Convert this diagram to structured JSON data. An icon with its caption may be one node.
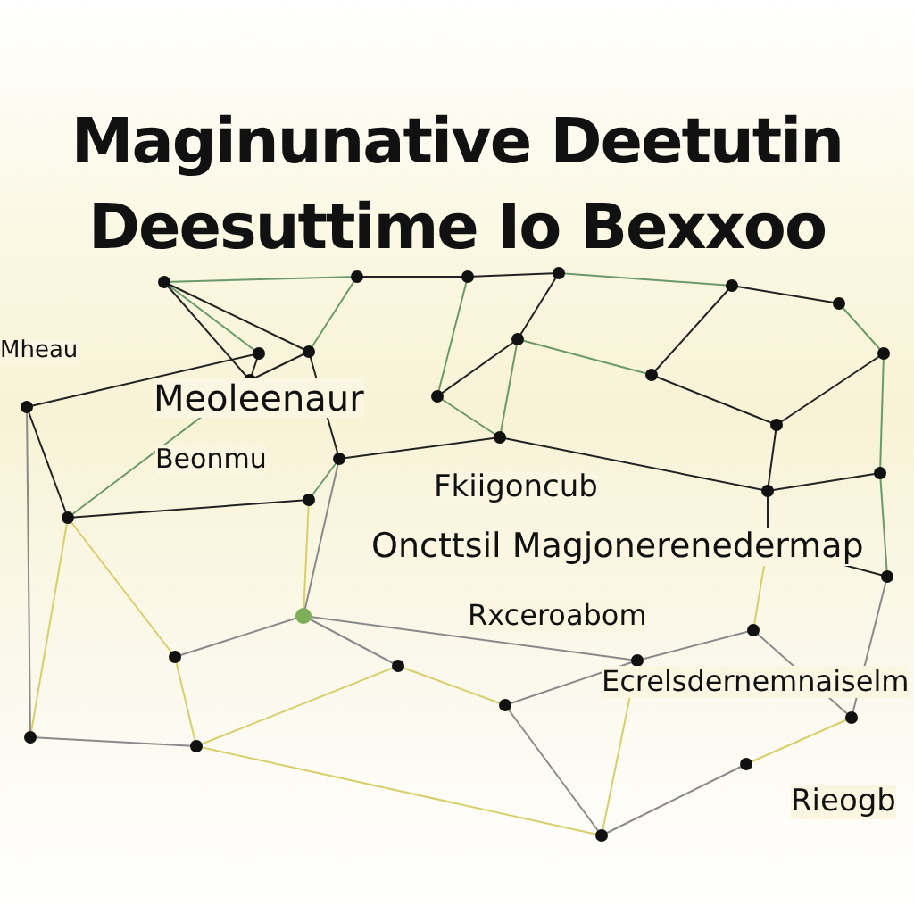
{
  "diagram": {
    "title": "Maginunative Deetutin Deesuttime Io Bexxoo",
    "labels": [
      "Mheau",
      "Meoleenaur",
      "Beonmu",
      "Fkiigoncub",
      "Oncttsil Magjonerenedermap",
      "Rxceroabom",
      "Ecrelsdernemnaiselm",
      "Rieogb"
    ]
  }
}
